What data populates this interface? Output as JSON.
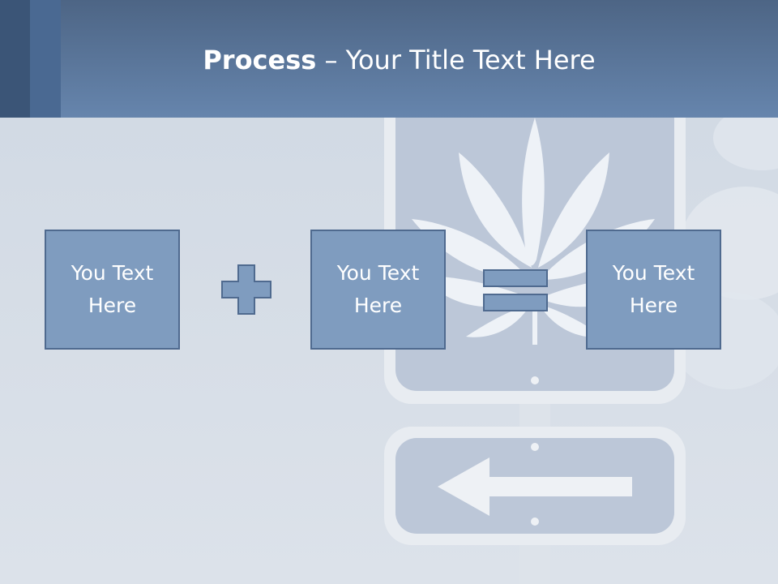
{
  "title": {
    "bold": "Process",
    "rest": " – Your Title Text Here"
  },
  "boxes": [
    {
      "label": "You Text Here"
    },
    {
      "label": "You Text Here"
    },
    {
      "label": "You Text Here"
    }
  ],
  "operators": {
    "plus": "plus-sign",
    "equals": "equals-sign"
  },
  "colors": {
    "header": "#6685ad",
    "header_dark": "#3b5577",
    "box_fill": "#7f9cbf",
    "box_border": "#4f6a8f",
    "background": "#d3dbe5"
  }
}
